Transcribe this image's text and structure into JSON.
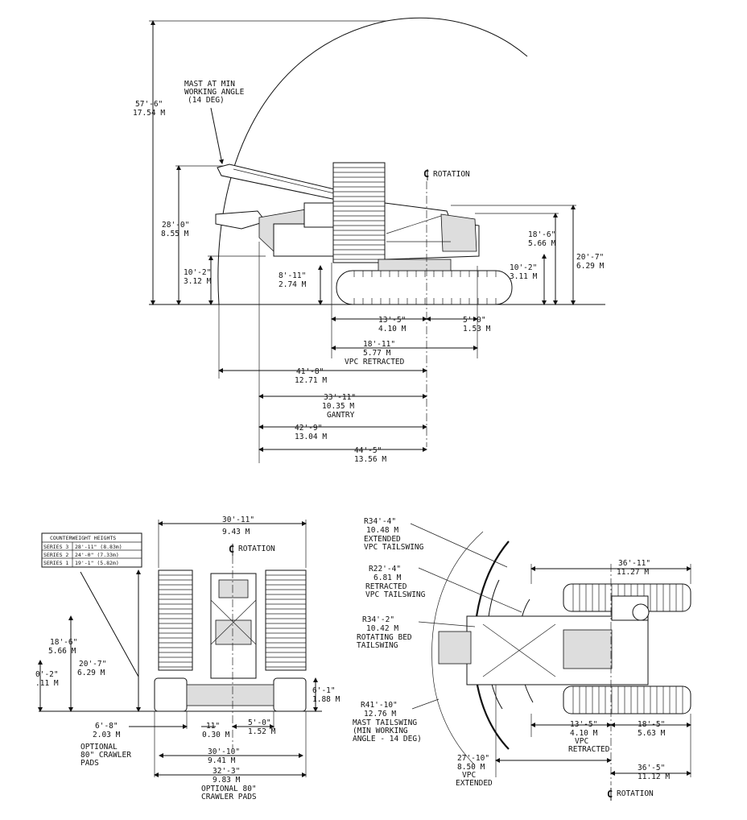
{
  "side_view": {
    "mast_label": [
      "MAST AT MIN",
      "WORKING ANGLE",
      "(14 DEG)"
    ],
    "rotation_label": "ROTATION",
    "dims": {
      "height_total": [
        "57'-6\"",
        "17.54 M"
      ],
      "mast_pivot_height": [
        "28'-0\"",
        "8.55 M"
      ],
      "front_lower_height": [
        "10'-2\"",
        "3.12 M"
      ],
      "gantry_pin_height": [
        "8'-11\"",
        "2.74 M"
      ],
      "rear_height": [
        "18'-6\"",
        "5.66 M"
      ],
      "rear_cab_height": [
        "20'-7\"",
        "6.29 M"
      ],
      "rear_lower_height": [
        "10'-2\"",
        "3.11 M"
      ],
      "rotation_front": [
        "13'-5\"",
        "4.10 M"
      ],
      "rotation_rear": [
        "5'-0\"",
        "1.53 M"
      ],
      "vpc_retracted": [
        "18'-11\"",
        "5.77 M",
        "VPC RETRACTED"
      ],
      "mast_reach": [
        "41'-8\"",
        "12.71 M"
      ],
      "gantry": [
        "33'-11\"",
        "10.35 M",
        "GANTRY"
      ],
      "reach_2": [
        "42'-9\"",
        "13.04 M"
      ],
      "reach_3": [
        "44'-5\"",
        "13.56 M"
      ]
    }
  },
  "front_view": {
    "counterweight_table": {
      "title": "COUNTERWEIGHT HEIGHTS",
      "rows": [
        [
          "SERIES 3",
          "28'-11\" (8.83m)"
        ],
        [
          "SERIES 2",
          "24'-0\" (7.33m)"
        ],
        [
          "SERIES 1",
          "19'-1\" (5.82m)"
        ]
      ]
    },
    "rotation_label": "ROTATION",
    "dims": {
      "overall_width": [
        "30'-11\"",
        "9.43 M"
      ],
      "height_a": [
        "18'-6\"",
        "5.66 M"
      ],
      "height_b": [
        "20'-7\"",
        "6.29 M"
      ],
      "height_c": [
        "0'-2\"",
        ".11 M"
      ],
      "track_height": [
        "6'-1\"",
        "1.88 M"
      ],
      "pad_width": [
        "6'-8\"",
        "2.03 M",
        "OPTIONAL",
        "80\" CRAWLER",
        "PADS"
      ],
      "ground_clear": [
        "11\"",
        "0.30 M"
      ],
      "center_offset": [
        "5'-0\"",
        "1.52 M"
      ],
      "track_gauge": [
        "30'-10\"",
        "9.41 M"
      ],
      "optional_width": [
        "32'-3\"",
        "9.83 M",
        "OPTIONAL 80\"",
        "CRAWLER PADS"
      ]
    }
  },
  "top_view": {
    "rotation_label": "ROTATION",
    "labels": {
      "extended_tailswing": [
        "R34'-4\"",
        "10.48 M",
        "EXTENDED",
        "VPC TAILSWING"
      ],
      "retracted_tailswing": [
        "R22'-4\"",
        "6.81 M",
        "RETRACTED",
        "VPC TAILSWING"
      ],
      "bed_tailswing": [
        "R34'-2\"",
        "10.42 M",
        "ROTATING BED",
        "TAILSWING"
      ],
      "mast_tailswing": [
        "R41'-10\"",
        "12.76 M",
        "MAST TAILSWING",
        "(MIN WORKING",
        "ANGLE - 14 DEG)"
      ],
      "top_width": [
        "36'-11\"",
        "11.27 M"
      ],
      "vpc_retracted": [
        "13'-5\"",
        "4.10 M",
        "VPC",
        "RETRACTED"
      ],
      "rear_dim": [
        "18'-5\"",
        "5.63 M"
      ],
      "vpc_extended": [
        "27'-10\"",
        "8.50 M",
        "VPC",
        "EXTENDED"
      ],
      "bottom_width": [
        "36'-5\"",
        "11.12 M"
      ]
    }
  },
  "colors": {
    "ink": "#111111",
    "paper": "#ffffff"
  },
  "icons": [
    "centerline-icon"
  ]
}
